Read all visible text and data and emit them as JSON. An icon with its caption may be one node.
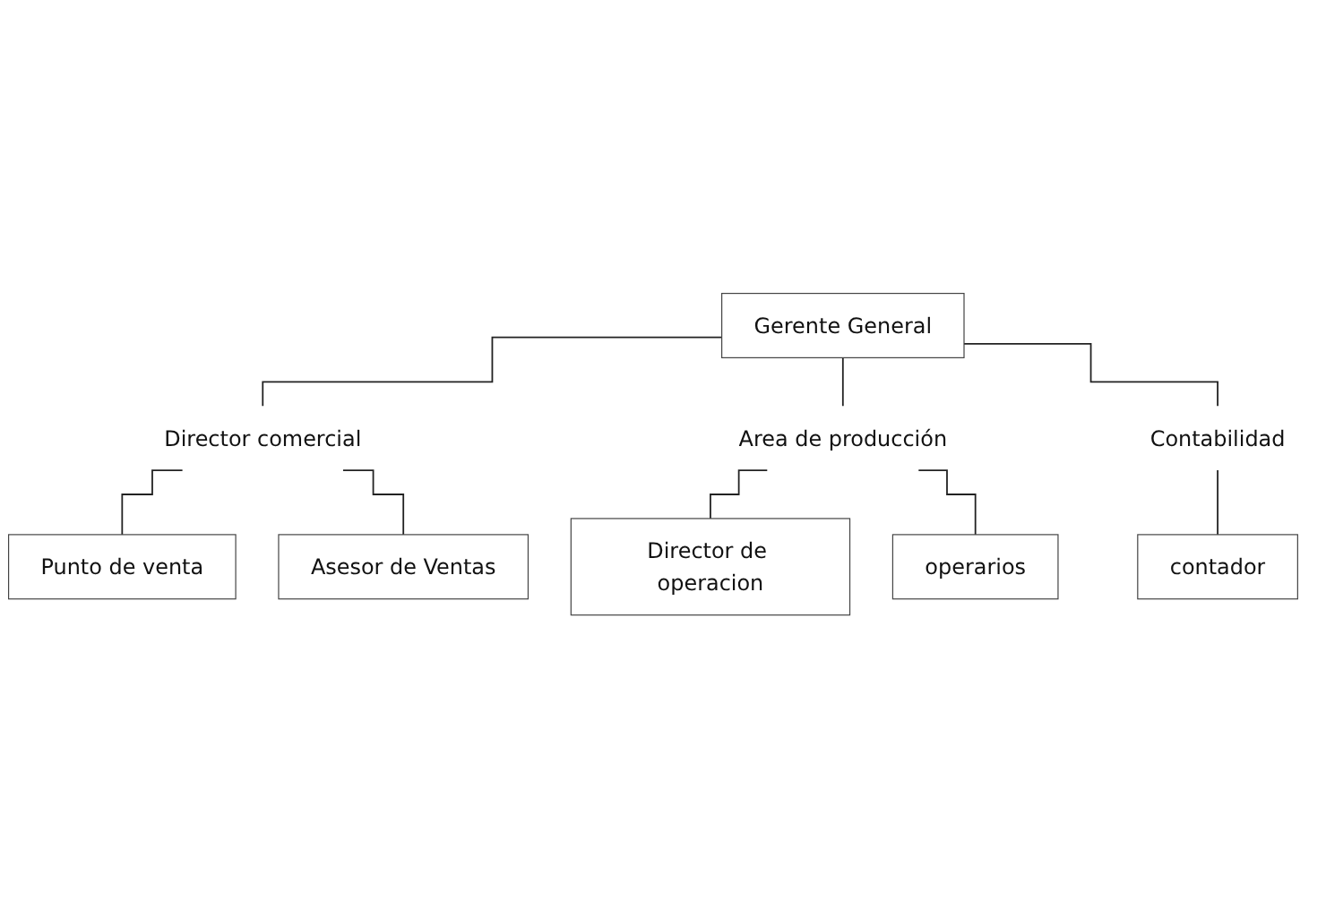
{
  "diagram": {
    "nodes": [
      {
        "text": [
          "Gerente General"
        ]
      },
      {
        "text": [
          "Director comercial"
        ]
      },
      {
        "text": [
          "Area de producción"
        ]
      },
      {
        "text": [
          "Contabilidad"
        ]
      },
      {
        "text": [
          "Punto de venta"
        ]
      },
      {
        "text": [
          "Asesor de Ventas"
        ]
      },
      {
        "text": [
          "Director de operacion"
        ]
      },
      {
        "text": [
          "operarios"
        ]
      },
      {
        "text": [
          "contador"
        ]
      }
    ],
    "edges": [
      {
        "from": 0,
        "to": 1,
        "arrow": "none"
      },
      {
        "from": 0,
        "to": 2,
        "arrow": "none"
      },
      {
        "from": 0,
        "to": 3,
        "arrow": "none"
      },
      {
        "from": 1,
        "to": 4,
        "arrow": "none"
      },
      {
        "from": 1,
        "to": 5,
        "arrow": "none"
      },
      {
        "from": 2,
        "to": 6,
        "arrow": "none"
      },
      {
        "from": 2,
        "to": 7,
        "arrow": "none"
      },
      {
        "from": 3,
        "to": 8,
        "arrow": "none"
      }
    ]
  }
}
